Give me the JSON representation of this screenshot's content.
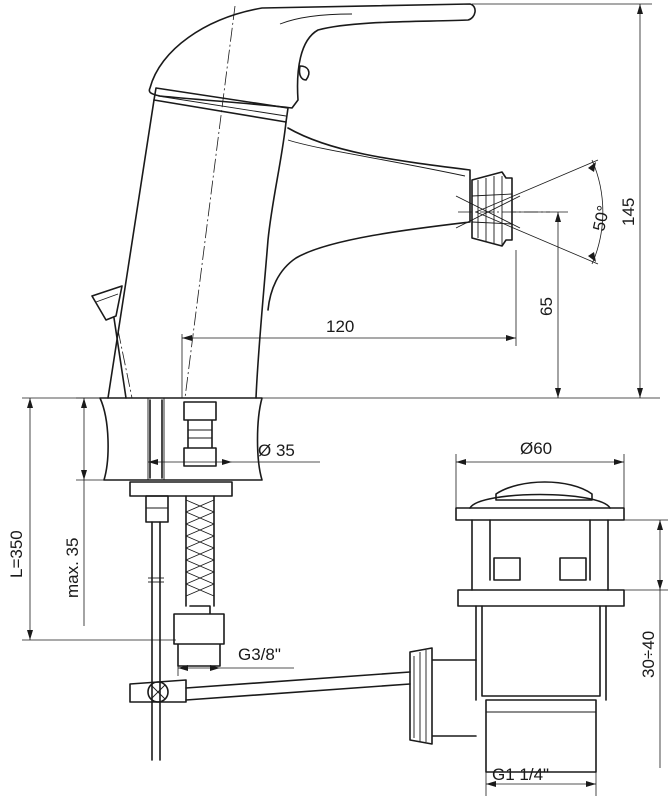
{
  "dimensions": {
    "spout_reach": "120",
    "total_height": "145",
    "outlet_height": "65",
    "spray_angle": "50°",
    "hole_diameter": "Ø 35",
    "max_deck_thickness": "max. 35",
    "hose_length": "L=350",
    "hose_thread": "G3/8\"",
    "waste_diameter": "Ø60",
    "waste_range": "30÷40",
    "waste_thread": "G1 1/4\""
  }
}
